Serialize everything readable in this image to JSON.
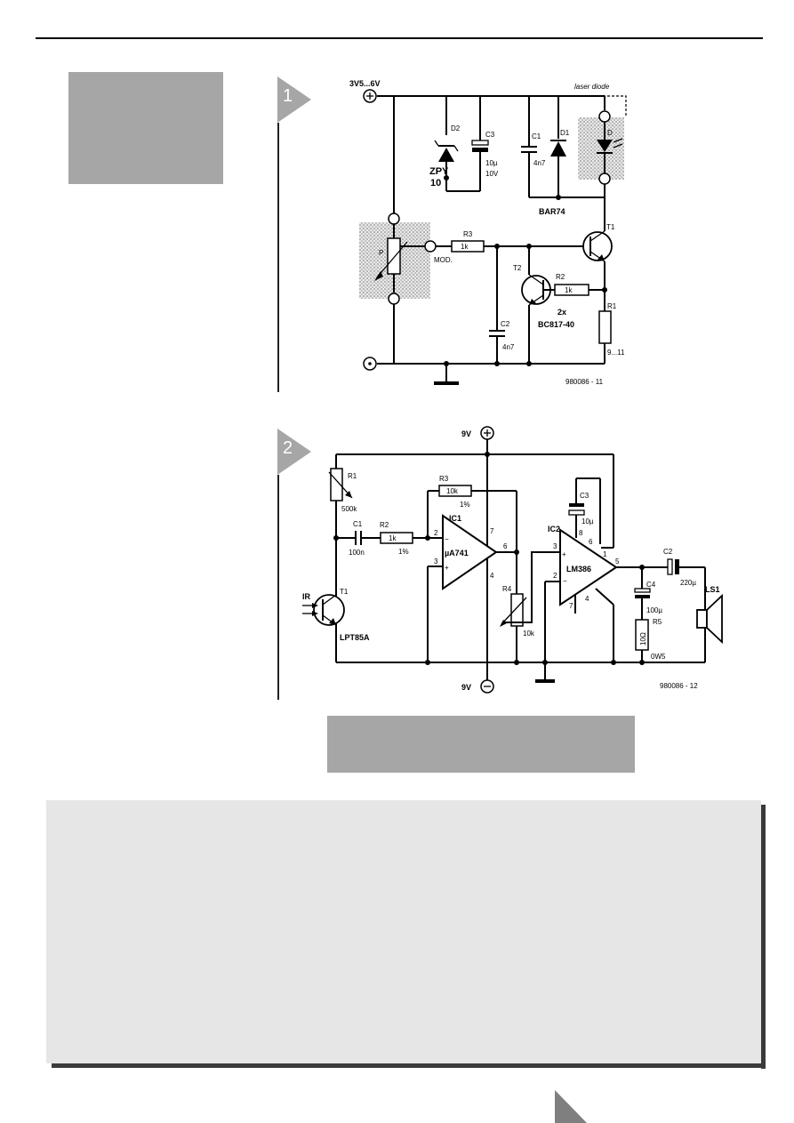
{
  "figure1": {
    "number": "1",
    "supply_label": "3V5...6V",
    "laser_label": "laser diode",
    "d2": "D2",
    "d2_type_1": "ZPY",
    "d2_type_2": "10",
    "c3": "C3",
    "c3_val_1": "10µ",
    "c3_val_2": "10V",
    "c1": "C1",
    "c1_val": "4n7",
    "d1": "D1",
    "d1_type": "BAR74",
    "ld_label": "D",
    "p_label": "P",
    "mod_label": "MOD.",
    "r3": "R3",
    "r3_val": "1k",
    "t1": "T1",
    "t2": "T2",
    "r2": "R2",
    "r2_val": "1k",
    "trans_count": "2x",
    "trans_type": "BC817-40",
    "c2": "C2",
    "c2_val": "4n7",
    "r1": "R1",
    "r1_val": "9...11",
    "code": "980086 - 11"
  },
  "figure2": {
    "number": "2",
    "vplus": "9V",
    "vminus": "9V",
    "r1": "R1",
    "r1_val": "500k",
    "c1": "C1",
    "c1_val": "100n",
    "r2": "R2",
    "r2_val": "1k",
    "r2_tol": "1%",
    "r3": "R3",
    "r3_val": "10k",
    "r3_tol": "1%",
    "ic1": "IC1",
    "ic1_type": "µA741",
    "ic2": "IC2",
    "ic2_type": "LM386",
    "c3": "C3",
    "c3_val": "10µ",
    "c2": "C2",
    "c2_val": "220µ",
    "c4": "C4",
    "c4_val": "100µ",
    "r5": "R5",
    "r5_val": "10Ω",
    "r5_pow": "0W5",
    "r4": "R4",
    "r4_val": "10k",
    "ls1": "LS1",
    "ir": "IR",
    "t1": "T1",
    "t1_type": "LPT85A",
    "pin_ic1_2": "2",
    "pin_ic1_3": "3",
    "pin_ic1_4": "4",
    "pin_ic1_6": "6",
    "pin_ic1_7": "7",
    "pin_ic2_1": "1",
    "pin_ic2_2": "2",
    "pin_ic2_3": "3",
    "pin_ic2_4": "4",
    "pin_ic2_5": "5",
    "pin_ic2_6": "6",
    "pin_ic2_7": "7",
    "pin_ic2_8": "8",
    "code": "980086 - 12"
  },
  "colors": {
    "gray_block": "#a6a6a6",
    "panel": "#e6e6e6",
    "shadow": "#3a3a3a",
    "fig_tab": "#a6a6a6"
  }
}
